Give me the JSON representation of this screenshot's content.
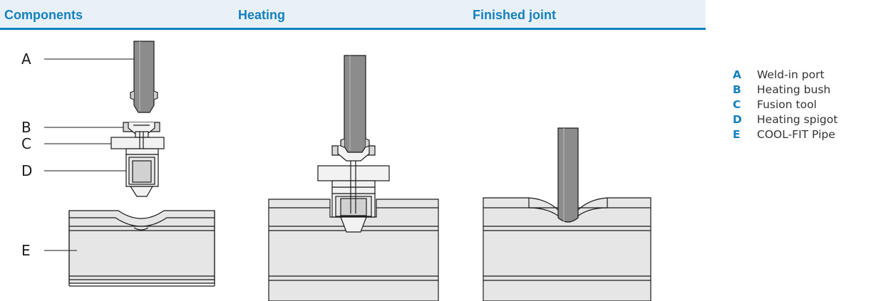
{
  "header": {
    "col1": "Components",
    "col2": "Heating",
    "col3": "Finished joint"
  },
  "callouts": [
    "A",
    "B",
    "C",
    "D",
    "E"
  ],
  "legend": [
    {
      "letter": "A",
      "text": "Weld-in port"
    },
    {
      "letter": "B",
      "text": "Heating bush"
    },
    {
      "letter": "C",
      "text": "Fusion tool"
    },
    {
      "letter": "D",
      "text": "Heating spigot"
    },
    {
      "letter": "E",
      "text": "COOL-FIT Pipe"
    }
  ],
  "colors": {
    "accent": "#1480bf",
    "header_bg": "#e9f1f8",
    "pipe_fill": "#e6e6e6",
    "port_fill": "#8c8c8c",
    "outline": "#1a1a1a"
  }
}
